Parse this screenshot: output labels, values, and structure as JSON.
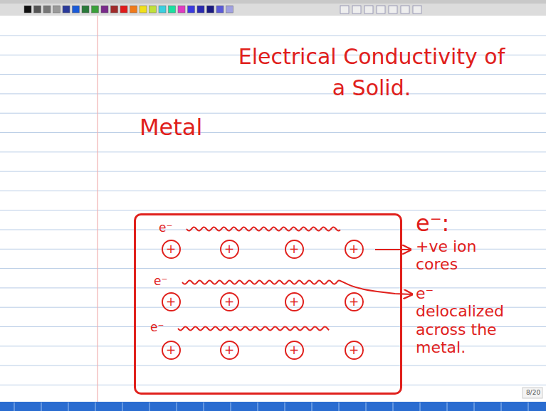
{
  "diagram": {
    "title": "Electrical Conductivity of a Solid.",
    "nodes": [
      {
        "text": [
          "Metal",
          "e⁻",
          "e⁻",
          "e⁻"
        ]
      },
      {
        "text": [
          "+"
        ],
        "in": 0
      },
      {
        "text": [
          "+"
        ],
        "in": 0
      },
      {
        "text": [
          "+"
        ],
        "in": 0
      },
      {
        "text": [
          "+"
        ],
        "in": 0
      },
      {
        "text": [
          "+"
        ],
        "in": 0
      },
      {
        "text": [
          "+"
        ],
        "in": 0
      },
      {
        "text": [
          "+"
        ],
        "in": 0
      },
      {
        "text": [
          "+"
        ],
        "in": 0
      },
      {
        "text": [
          "+"
        ],
        "in": 0
      },
      {
        "text": [
          "+"
        ],
        "in": 0
      },
      {
        "text": [
          "+"
        ],
        "in": 0
      },
      {
        "text": [
          "+"
        ],
        "in": 0
      }
    ],
    "labels": [
      "e⁻:",
      "+ve ion cores",
      "e⁻ delocalized across the metal.",
      "8/20"
    ]
  }
}
